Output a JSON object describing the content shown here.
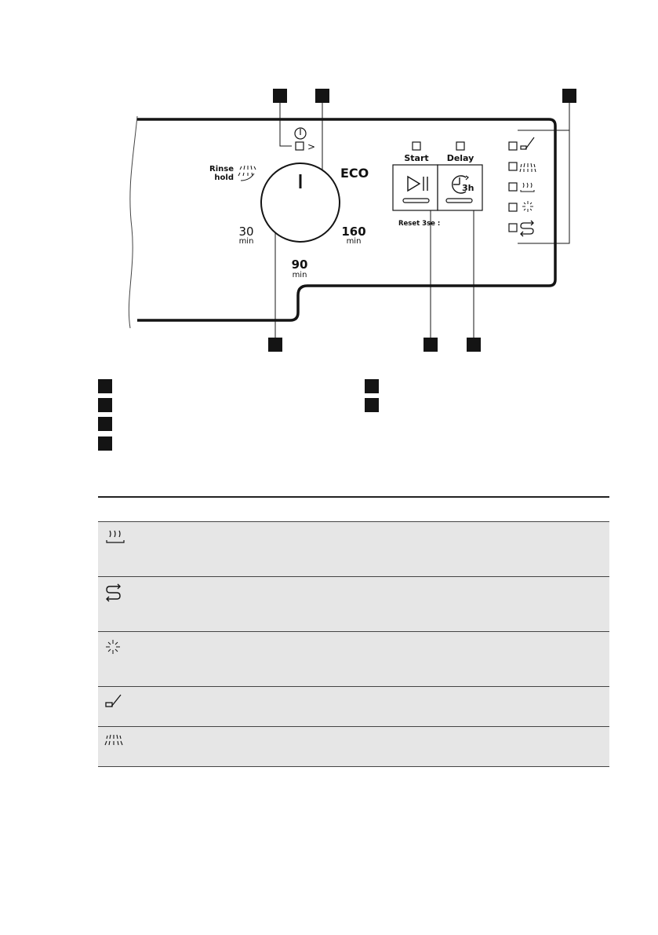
{
  "panel": {
    "dial": {
      "eco_label": "ECO",
      "rinse_label_line1": "Rinse",
      "rinse_label_line2": "hold",
      "marks": [
        {
          "value": "30",
          "unit": "min"
        },
        {
          "value": "90",
          "unit": "min"
        },
        {
          "value": "160",
          "unit": "min"
        }
      ]
    },
    "buttons": {
      "start_label": "Start",
      "delay_label": "Delay",
      "delay_icon_text": "3h",
      "reset_hint": "Reset 3se :"
    },
    "indicators": [
      "brush-icon",
      "spray-icon",
      "steam-icon",
      "sparkle-icon",
      "loop-icon"
    ]
  },
  "legend": {
    "columns": 2,
    "left_count": 4,
    "right_count": 2
  },
  "table": {
    "rows": [
      {
        "icon": "steam-icon"
      },
      {
        "icon": "loop-icon"
      },
      {
        "icon": "sparkle-icon"
      },
      {
        "icon": "brush-icon"
      },
      {
        "icon": "spray-icon"
      }
    ]
  },
  "colors": {
    "ink": "#141414",
    "row_fill": "#e6e6e6"
  }
}
